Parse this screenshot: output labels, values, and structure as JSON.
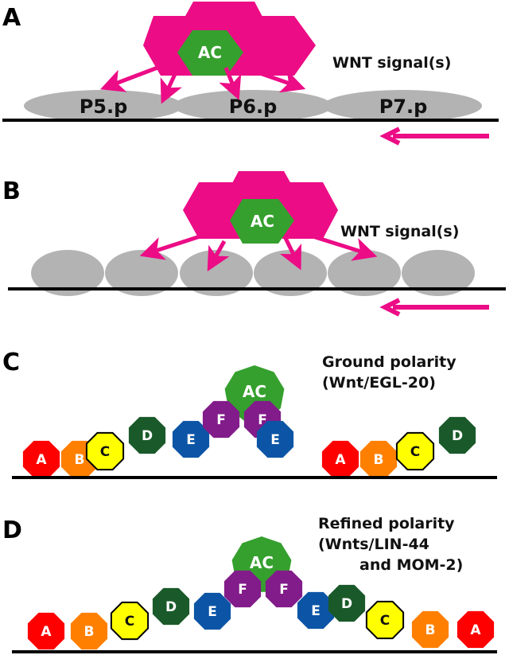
{
  "colors": {
    "magenta": "#ec0c86",
    "ac_green": "#35a02e",
    "cell_gray": "#b3b3b3",
    "line": "#000000",
    "A": "#ff0000",
    "B": "#ff8000",
    "C": "#ffff00",
    "D": "#1a5a2a",
    "E": "#0c55a6",
    "F": "#821c8a"
  },
  "panels": {
    "A": {
      "label": "A",
      "ac_label": "AC",
      "signal_label": "WNT signal(s)",
      "cells": [
        "P5.p",
        "P6.p",
        "P7.p"
      ]
    },
    "B": {
      "label": "B",
      "ac_label": "AC",
      "signal_label": "WNT signal(s)",
      "cells": [
        "",
        "",
        "",
        "",
        "",
        ""
      ]
    },
    "C": {
      "label": "C",
      "ac_label": "AC",
      "caption_lines": [
        "Ground polarity",
        "(Wnt/EGL-20)"
      ],
      "cells": [
        "A",
        "B",
        "C",
        "D",
        "E",
        "F",
        "F",
        "E",
        "A",
        "B",
        "C",
        "D"
      ]
    },
    "D": {
      "label": "D",
      "ac_label": "AC",
      "caption_lines": [
        "Refined polarity",
        "(Wnts/LIN-44",
        "and MOM-2)"
      ],
      "cells": [
        "A",
        "B",
        "C",
        "D",
        "E",
        "F",
        "F",
        "E",
        "D",
        "C",
        "B",
        "A"
      ]
    }
  }
}
